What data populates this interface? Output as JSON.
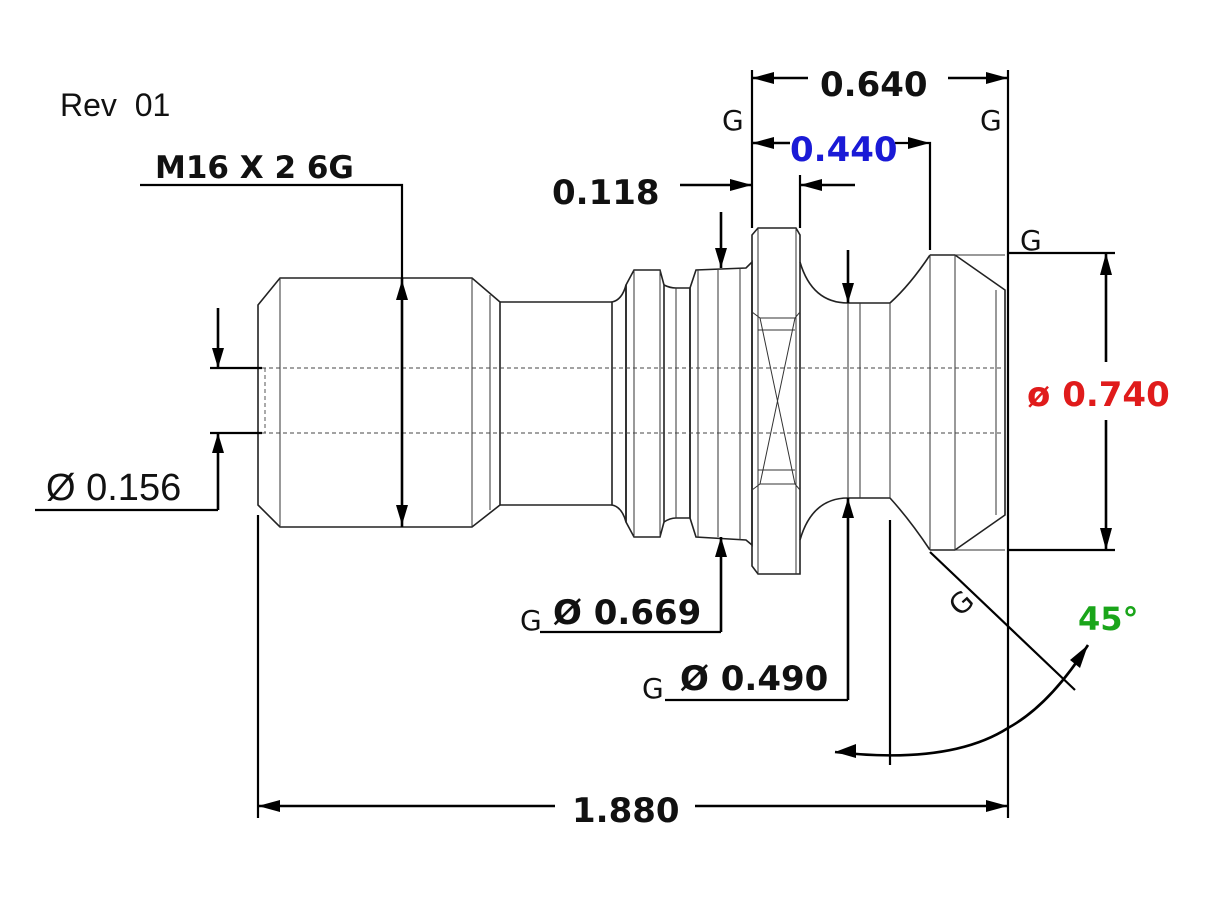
{
  "revision": "Rev  01",
  "thread_callout": "M16 X 2 6G",
  "dimensions": {
    "overall_length": "1.880",
    "head_length": "0.640",
    "head_inner": "0.440",
    "flange_width": "0.118",
    "bore_dia": "Ø 0.156",
    "collar_dia": "Ø 0.669",
    "neck_dia": "Ø 0.490",
    "head_dia": "ø 0.740",
    "angle": "45°"
  },
  "grind_mark": "G",
  "colors": {
    "head_inner": "#1a1ad6",
    "head_dia": "#e01b1b",
    "angle": "#1aa51a"
  }
}
